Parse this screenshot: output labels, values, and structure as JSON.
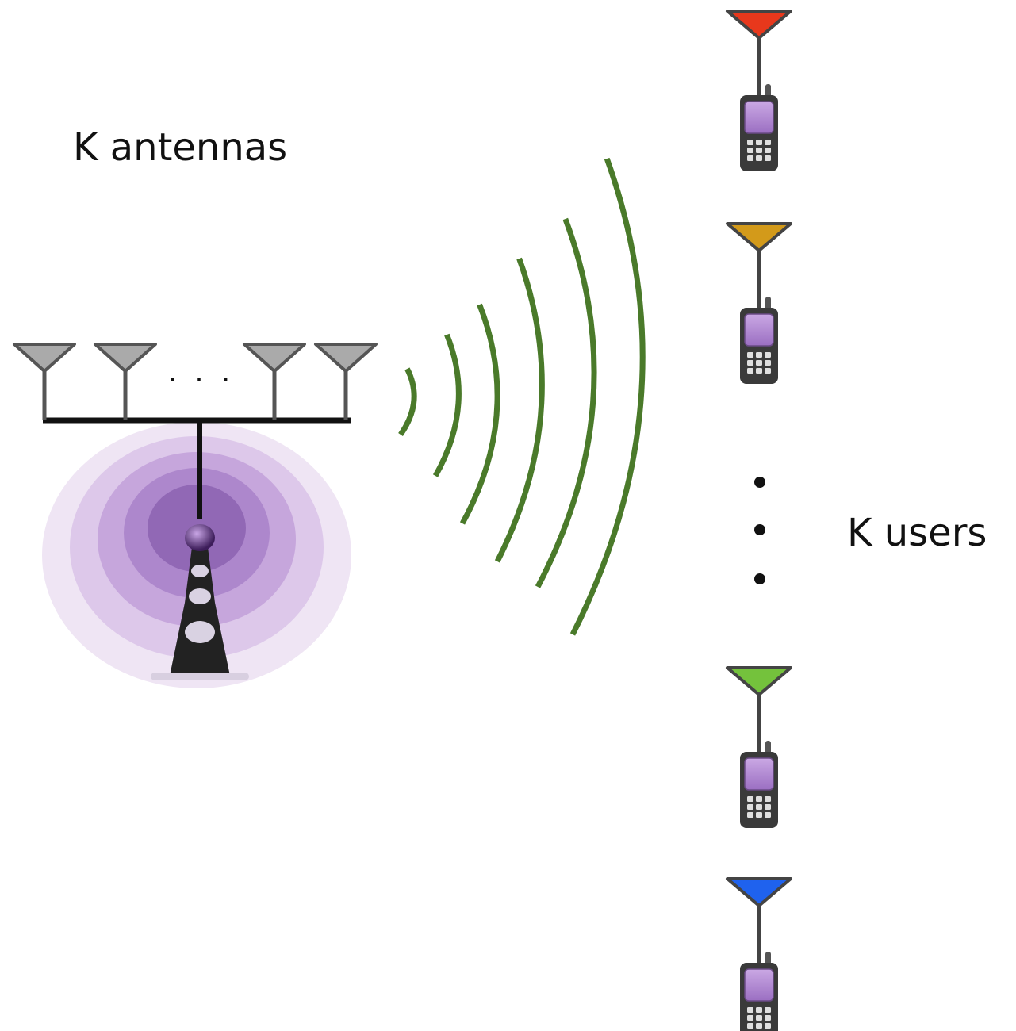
{
  "labels": {
    "antennas": "K  antennas",
    "users": "K users",
    "ellipsis": "· · ·"
  },
  "colors": {
    "wave": "#4a7a2a",
    "bs_antenna": "#aaaaaa",
    "line": "#111111",
    "halo": "#9c7ab8",
    "tower": "#222222",
    "phone_body": "#3a3a3a",
    "phone_screen": "#b48fd0"
  },
  "base_station": {
    "antenna_count_shown": 4,
    "icons": [
      "antenna-icon",
      "cell-tower-icon",
      "signal-wave-icon"
    ]
  },
  "users": [
    {
      "antenna_color": "#e8381c",
      "icon": "mobile-phone-icon"
    },
    {
      "antenna_color": "#d39a1a",
      "icon": "mobile-phone-icon"
    },
    {
      "antenna_color": "#74c23c",
      "icon": "mobile-phone-icon"
    },
    {
      "antenna_color": "#1f62ee",
      "icon": "mobile-phone-icon"
    }
  ]
}
